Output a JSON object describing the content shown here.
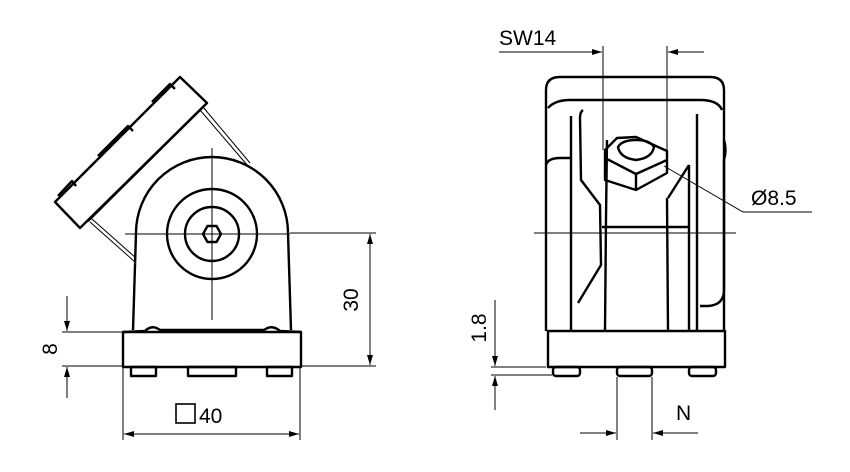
{
  "drawing": {
    "front_view": {
      "dim_height": "30",
      "dim_base_thickness": "8",
      "dim_square_size": "40",
      "square_symbol": "□"
    },
    "side_view": {
      "dim_wrench_size": "SW14",
      "dim_bore_diameter": "Ø8.5",
      "dim_foot_height": "1.8",
      "dim_slot_width": "N"
    }
  }
}
